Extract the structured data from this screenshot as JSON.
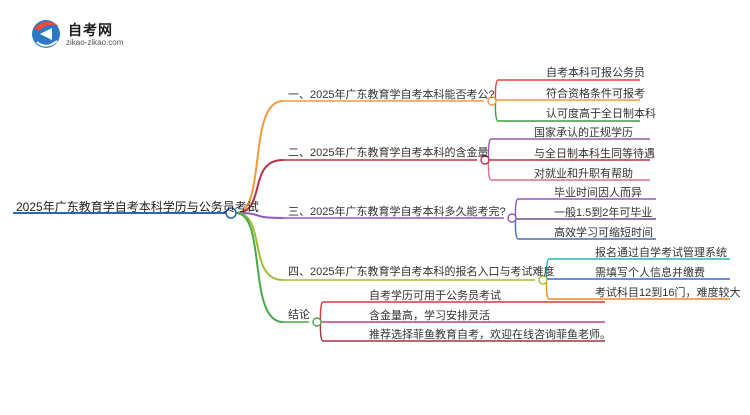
{
  "logo": {
    "title": "自考网",
    "subtitle": "zikao-zikao.com"
  },
  "root": {
    "label": "2025年广东教育学自考本科学历与公务员考试"
  },
  "branches": [
    {
      "label": "一、2025年广东教育学自考本科能否考公?",
      "color": "#f29a3d",
      "children": [
        {
          "label": "自考本科可报公务员",
          "color": "#e8413b"
        },
        {
          "label": "符合资格条件可报考",
          "color": "#f29a3d"
        },
        {
          "label": "认可度高于全日制本科",
          "color": "#3e9b3e"
        }
      ]
    },
    {
      "label": "二、2025年广东教育学自考本科的含金量",
      "color": "#b83247",
      "children": [
        {
          "label": "国家承认的正规学历",
          "color": "#9b59b6"
        },
        {
          "label": "与全日制本科生同等待遇",
          "color": "#b83247"
        },
        {
          "label": "对就业和升职有帮助",
          "color": "#e06f8b"
        }
      ]
    },
    {
      "label": "三、2025年广东教育学自考本科多久能考完?",
      "color": "#8e5bbd",
      "children": [
        {
          "label": "毕业时间因人而异",
          "color": "#8e5bbd"
        },
        {
          "label": "一般1.5到2年可毕业",
          "color": "#6a4c9c"
        },
        {
          "label": "高效学习可缩短时间",
          "color": "#4f6bb8"
        }
      ]
    },
    {
      "label": "四、2025年广东教育学自考本科的报名入口与考试难度",
      "color": "#9cbf2f",
      "children": [
        {
          "label": "报名通过自学考试管理系统",
          "color": "#1fb7c5"
        },
        {
          "label": "需填写个人信息并缴费",
          "color": "#2c6ed5"
        },
        {
          "label": "考试科目12到16门，难度较大",
          "color": "#f08a24"
        }
      ]
    },
    {
      "label": "结论",
      "color": "#49a84a",
      "children": [
        {
          "label": "自考学历可用于公务员考试",
          "color": "#e0353b"
        },
        {
          "label": "含金量高，学习安排灵活",
          "color": "#cc3a7a"
        },
        {
          "label": "推荐选择菲鱼教育自考，欢迎在线咨询菲鱼老师。",
          "color": "#9a3744"
        }
      ]
    }
  ]
}
